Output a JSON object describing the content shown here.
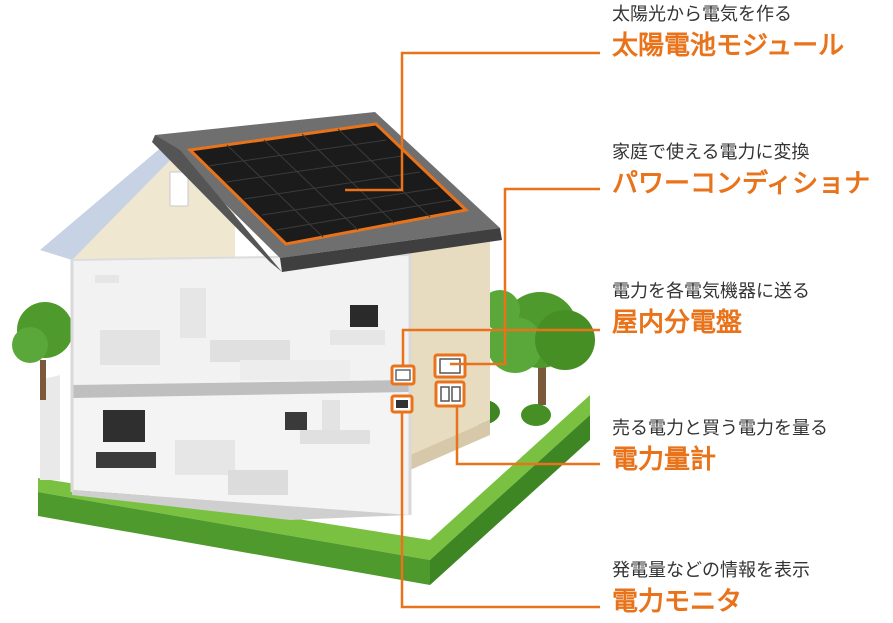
{
  "accent_color": "#e8731a",
  "components": [
    {
      "id": "solar-module",
      "description": "太陽光から電気を作る",
      "name": "太陽電池モジュール"
    },
    {
      "id": "power-conditioner",
      "description": "家庭で使える電力に変換",
      "name": "パワーコンディショナ"
    },
    {
      "id": "distribution-board",
      "description": "電力を各電気機器に送る",
      "name": "屋内分電盤"
    },
    {
      "id": "power-meter",
      "description": "売る電力と買う電力を量る",
      "name": "電力量計"
    },
    {
      "id": "power-monitor",
      "description": "発電量などの情報を表示",
      "name": "電力モニタ"
    }
  ]
}
